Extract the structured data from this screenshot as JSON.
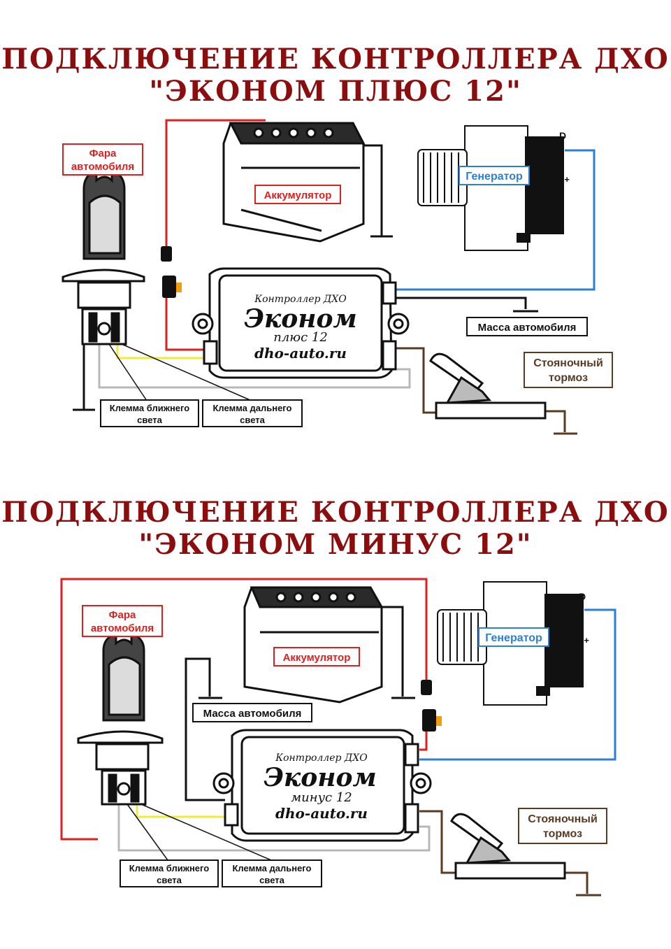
{
  "diagram_top": {
    "title_line1": "ПОДКЛЮЧЕНИЕ КОНТРОЛЛЕРА ДХО",
    "title_line2": "\"ЭКОНОМ ПЛЮС 12\"",
    "headlight_label_1": "Фара",
    "headlight_label_2": "автомобиля",
    "battery_label": "Аккумулятор",
    "generator_label": "Генератор",
    "gen_terminal_d": "D",
    "gen_terminal_b": "B+",
    "ground_label": "Масса автомобиля",
    "parking_brake_label_1": "Стояночный",
    "parking_brake_label_2": "тормоз",
    "low_beam_label_1": "Клемма ближнего",
    "low_beam_label_2": "света",
    "high_beam_label_1": "Клемма дальнего",
    "high_beam_label_2": "света",
    "controller_line1": "Контроллер ДХО",
    "controller_line2": "Эконом",
    "controller_line3": "плюс 12",
    "controller_line4": "dho-auto.ru"
  },
  "diagram_bottom": {
    "title_line1": "ПОДКЛЮЧЕНИЕ КОНТРОЛЛЕРА ДХО",
    "title_line2": "\"ЭКОНОМ МИНУС 12\"",
    "headlight_label_1": "Фара",
    "headlight_label_2": "автомобиля",
    "battery_label": "Аккумулятор",
    "generator_label": "Генератор",
    "gen_terminal_d": "D",
    "gen_terminal_b": "B+",
    "ground_label": "Масса автомобиля",
    "parking_brake_label_1": "Стояночный",
    "parking_brake_label_2": "тормоз",
    "low_beam_label_1": "Клемма ближнего",
    "low_beam_label_2": "света",
    "high_beam_label_1": "Клемма дальнего",
    "high_beam_label_2": "света",
    "controller_line1": "Контроллер ДХО",
    "controller_line2": "Эконом",
    "controller_line3": "минус 12",
    "controller_line4": "dho-auto.ru"
  },
  "colors": {
    "title": "#8b0d0d",
    "red_wire": "#e0201f",
    "blue_wire": "#2a7fd6",
    "yellow_wire": "#f2ea3a",
    "gray_wire": "#b8b8b8",
    "brown_wire": "#5a3a22",
    "black_wire": "#111111"
  },
  "icons": [
    "headlight-bulb-icon",
    "battery-icon",
    "generator-icon",
    "fuse-icon",
    "ground-icon",
    "parking-brake-lever-icon",
    "controller-box-icon"
  ]
}
